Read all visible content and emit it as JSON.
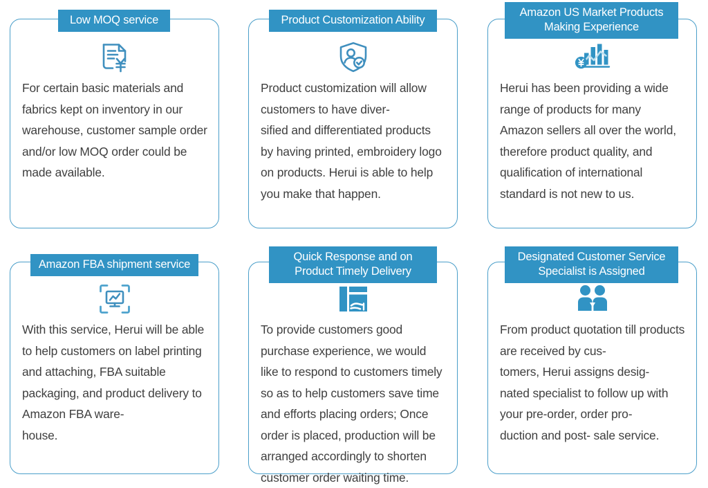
{
  "theme": {
    "accent": "#3193c4",
    "border": "#4a9ec9",
    "text": "#3f3f3f",
    "banner_text": "#ffffff",
    "background": "#ffffff"
  },
  "cards": [
    {
      "id": "low-moq-service",
      "title": "Low MOQ service",
      "icon": "invoice-yen-icon",
      "body": "For certain basic materials and fabrics kept on inventory in our warehouse, customer sample order and/or low MOQ order could be made available."
    },
    {
      "id": "product-customization-ability",
      "title": "Product Customization Ability",
      "icon": "shield-user-check-icon",
      "body": "Product customization will allow customers to have diver-\nsified and differentiated products by having printed, embroidery logo on products. Herui is able to help you make that happen."
    },
    {
      "id": "amazon-us-market-products-making-experience",
      "title": "Amazon US Market Products\nMaking Experience",
      "icon": "bar-chart-yen-coin-icon",
      "body": "Herui has been providing a wide range of products for many Amazon sellers all over the world, therefore product quality, and qualification of international standard is not new to us."
    },
    {
      "id": "amazon-fba-shipment-service",
      "title": "Amazon FBA shipment service",
      "icon": "scan-chart-icon",
      "body": "With this service, Herui will be able to help customers on label printing and attaching, FBA suitable packaging, and product delivery to Amazon FBA ware-\nhouse."
    },
    {
      "id": "quick-response-and-on-product-timely-delivery",
      "title": "Quick Response and on\nProduct Timely Delivery",
      "icon": "package-hand-delivery-icon",
      "body": "To provide customers good purchase experience, we would like to respond to customers timely so as to help customers save time and efforts placing orders; Once order is placed, production will be arranged accordingly to shorten customer order waiting time."
    },
    {
      "id": "designated-customer-service-specialist-is-assigned",
      "title": "Designated Customer Service\nSpecialist is Assigned",
      "icon": "two-people-icon",
      "body": "From product quotation till products are received by cus-\ntomers, Herui assigns desig-\nnated specialist to follow up with your pre-order, order pro-\nduction and post- sale service."
    }
  ]
}
